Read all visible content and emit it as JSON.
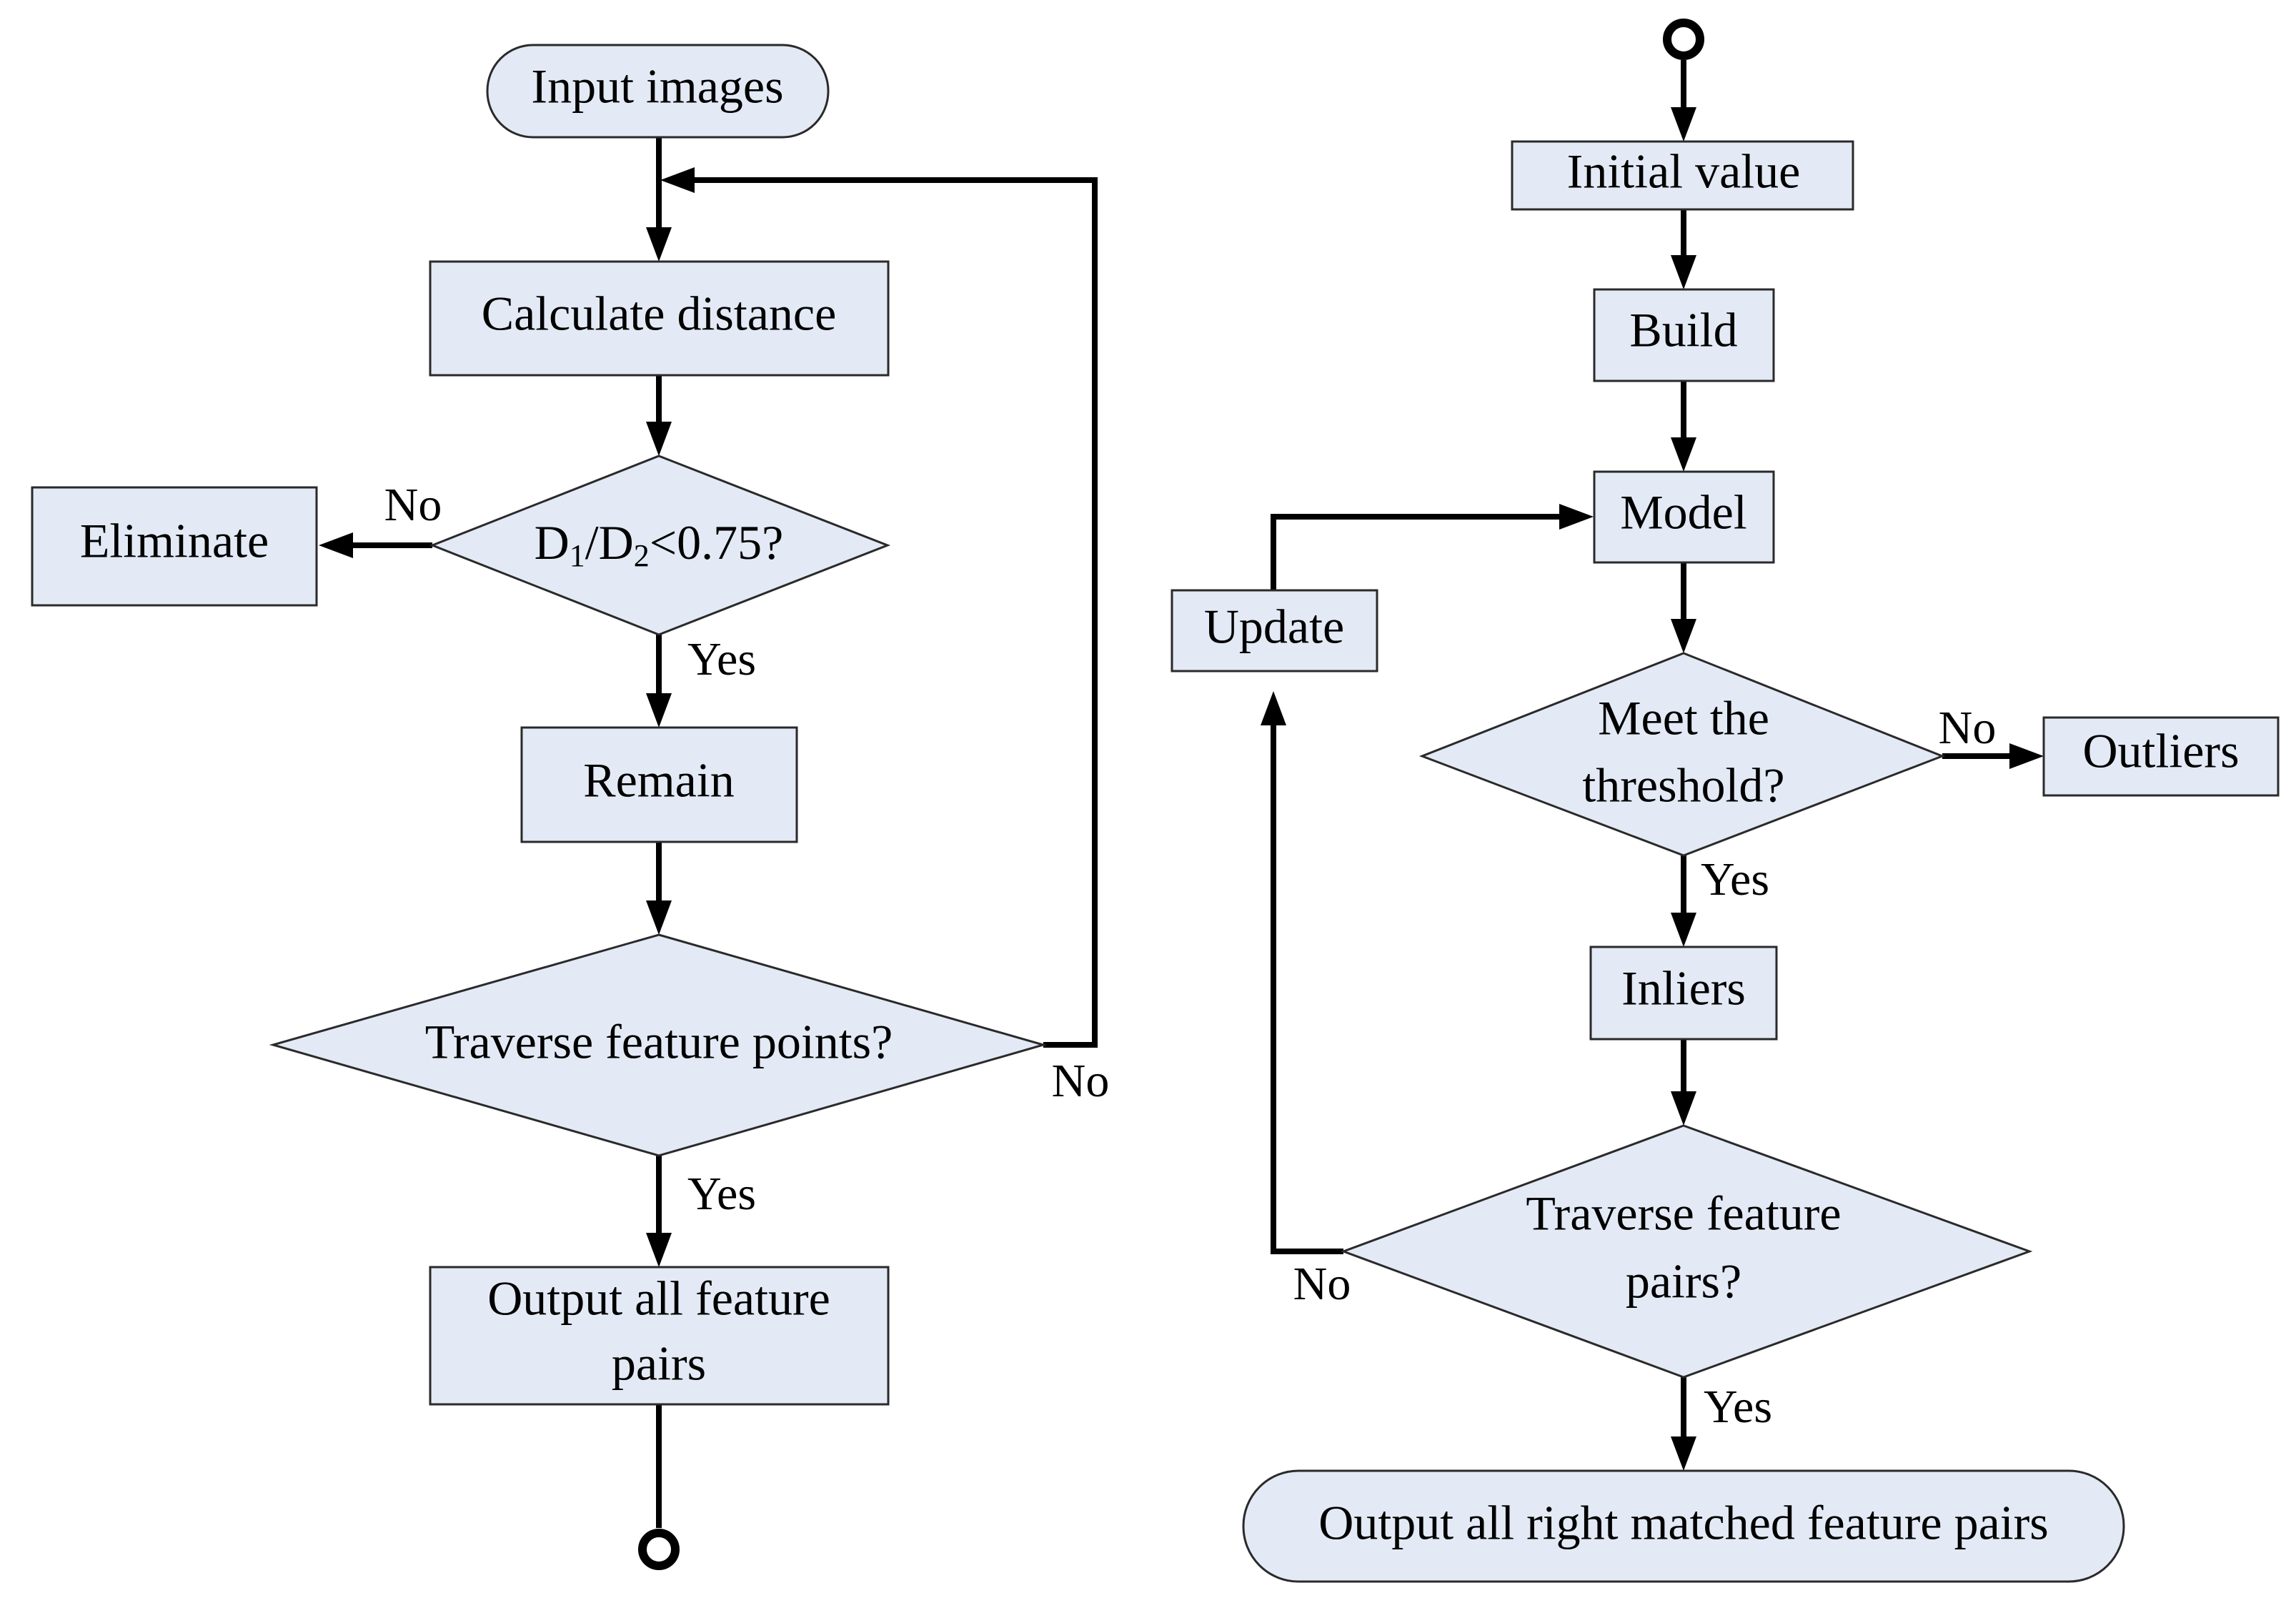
{
  "left_flow": {
    "input_images": "Input images",
    "calculate_distance": "Calculate distance",
    "eliminate": "Eliminate",
    "ratio_test": {
      "prefix": "D",
      "sub1": "1",
      "mid": "/D",
      "sub2": "2",
      "suffix": "<0.75?"
    },
    "remain": "Remain",
    "traverse_points": "Traverse feature points?",
    "output_pairs_line1": "Output all feature",
    "output_pairs_line2": "pairs",
    "no_label_ratio": "No",
    "yes_label_ratio": "Yes",
    "no_label_traverse": "No",
    "yes_label_traverse": "Yes"
  },
  "right_flow": {
    "initial_value": "Initial value",
    "build": "Build",
    "model": "Model",
    "update": "Update",
    "threshold_line1": "Meet the",
    "threshold_line2": "threshold?",
    "outliers": "Outliers",
    "inliers": "Inliers",
    "traverse_pairs_line1": "Traverse feature",
    "traverse_pairs_line2": "pairs?",
    "output_matched": "Output all right matched feature pairs",
    "no_label_threshold": "No",
    "yes_label_threshold": "Yes",
    "no_label_traverse": "No",
    "yes_label_traverse": "Yes"
  },
  "colors": {
    "box_fill": "#e3eaf5",
    "stroke": "#000000"
  }
}
